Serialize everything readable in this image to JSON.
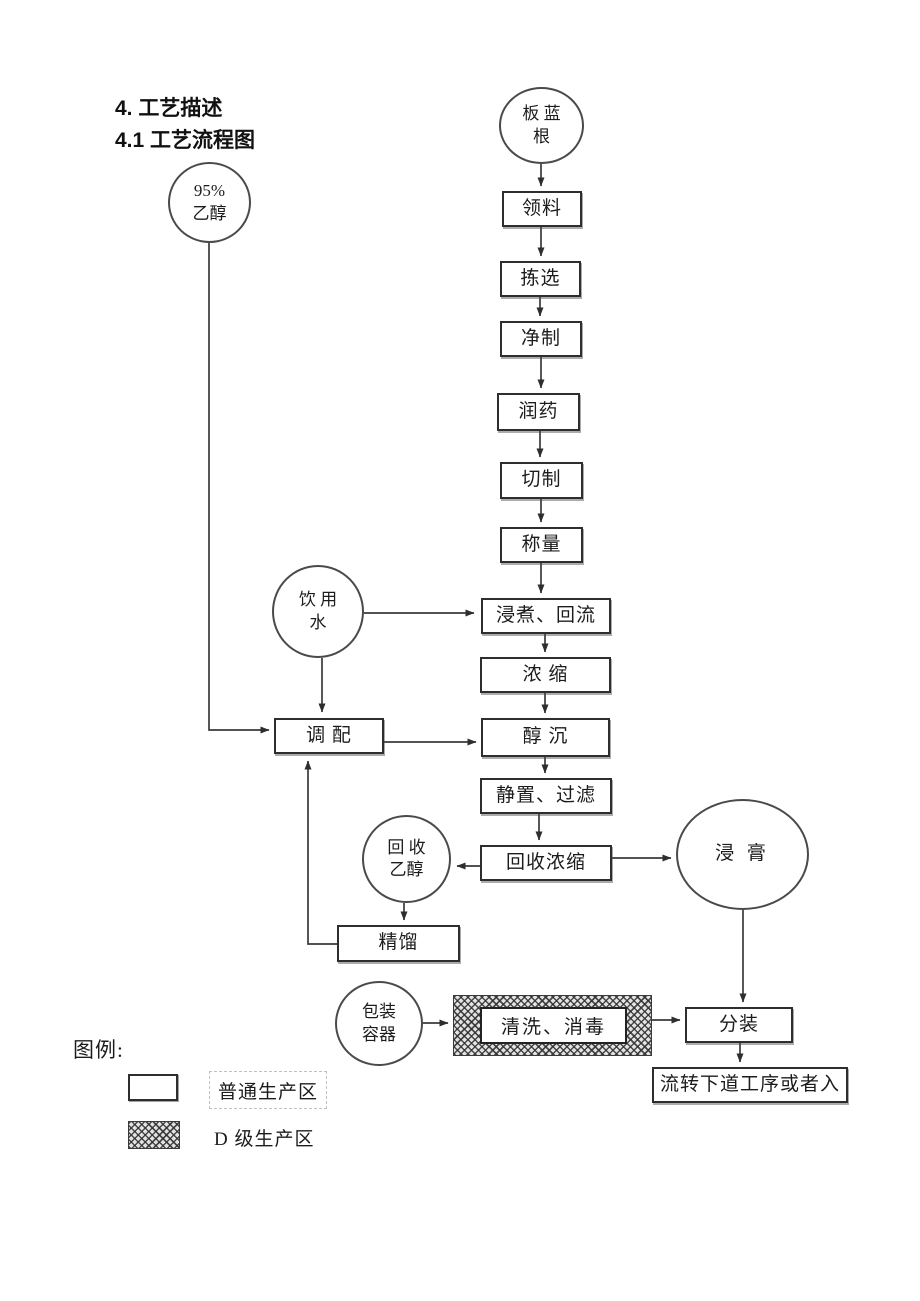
{
  "title": {
    "line1": "4. 工艺描述",
    "line2": "4.1 工艺流程图"
  },
  "nodes": {
    "banlangen": {
      "label": "板 蓝\n根",
      "shape": "circle"
    },
    "ethanol95": {
      "label": "95%\n乙醇",
      "shape": "circle"
    },
    "water": {
      "label": "饮 用\n水",
      "shape": "circle"
    },
    "rec_ethanol": {
      "label": "回 收\n乙醇",
      "shape": "circle"
    },
    "extract": {
      "label": "浸  膏",
      "shape": "circle"
    },
    "packaging": {
      "label": "包装\n容器",
      "shape": "circle"
    },
    "lingliao": {
      "label": "领料",
      "shape": "rect"
    },
    "jianxuan": {
      "label": "拣选",
      "shape": "rect"
    },
    "jingzhi": {
      "label": "净制",
      "shape": "rect"
    },
    "runyao": {
      "label": "润药",
      "shape": "rect"
    },
    "qiezhi": {
      "label": "切制",
      "shape": "rect"
    },
    "chengliang": {
      "label": "称量",
      "shape": "rect"
    },
    "jinzhu": {
      "label": "浸煮、回流",
      "shape": "rect"
    },
    "nongsuo": {
      "label": "浓 缩",
      "shape": "rect"
    },
    "tiaopei": {
      "label": "调  配",
      "shape": "rect"
    },
    "chunchen": {
      "label": "醇  沉",
      "shape": "rect"
    },
    "jingzhi_guolv": {
      "label": "静置、过滤",
      "shape": "rect"
    },
    "huishou_nongsuo": {
      "label": "回收浓缩",
      "shape": "rect"
    },
    "jingliu": {
      "label": "精馏",
      "shape": "rect"
    },
    "qingxi": {
      "label": "清洗、消毒",
      "shape": "rect-hatched"
    },
    "fenzhuang": {
      "label": "分装",
      "shape": "rect"
    },
    "liuzhuan": {
      "label": "流转下道工序或者入",
      "shape": "rect"
    }
  },
  "legend": {
    "heading": "图例:",
    "normal_zone_label": "普通生产区",
    "d_zone_label": "D 级生产区"
  },
  "colors": {
    "line": "#3a3a3a",
    "box_border": "#2e2e2e",
    "text": "#1c1c1c",
    "background": "#ffffff"
  }
}
